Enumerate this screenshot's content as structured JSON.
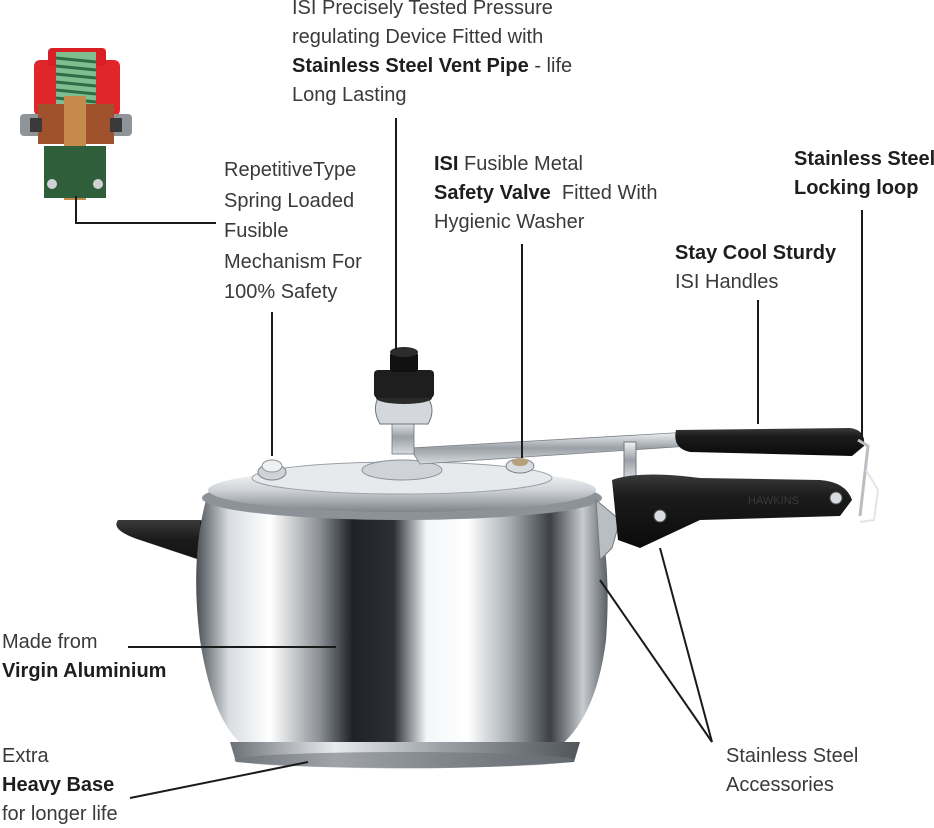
{
  "labels": {
    "vent": {
      "l1": "ISI Precisely Tested Pressure",
      "l2": "regulating Device Fitted with",
      "l3_bold": "Stainless Steel Vent Pipe",
      "l3_rest": " - life",
      "l4": "Long Lasting"
    },
    "spring": {
      "l1": "RepetitiveType",
      "l2": "Spring Loaded",
      "l3": "Fusible",
      "l4": "Mechanism For",
      "l5": "100% Safety"
    },
    "fusible": {
      "l1_bold": "ISI",
      "l1_rest": " Fusible Metal",
      "l2_bold": "Safety Valve",
      "l2_rest": "  Fitted With",
      "l3": "Hygienic Washer"
    },
    "locking": {
      "l1": "Stainless Steel",
      "l2": "Locking loop"
    },
    "handles": {
      "l1": "Stay Cool Sturdy",
      "l2": "ISI Handles"
    },
    "aluminium": {
      "l1": "Made from",
      "l2": "Virgin Aluminium"
    },
    "base": {
      "l1": "Extra",
      "l2": "Heavy Base",
      "l3": "for longer life"
    },
    "accessories": {
      "l1": "Stainless Steel",
      "l2": "Accessories"
    }
  },
  "handle_brand_text": "HAWKINS",
  "colors": {
    "text": "#3a3a3a",
    "bold_text": "#1e1e1e",
    "line": "#1a1a1a",
    "steel": "#c9ced3",
    "handle": "#1b1b1b"
  }
}
